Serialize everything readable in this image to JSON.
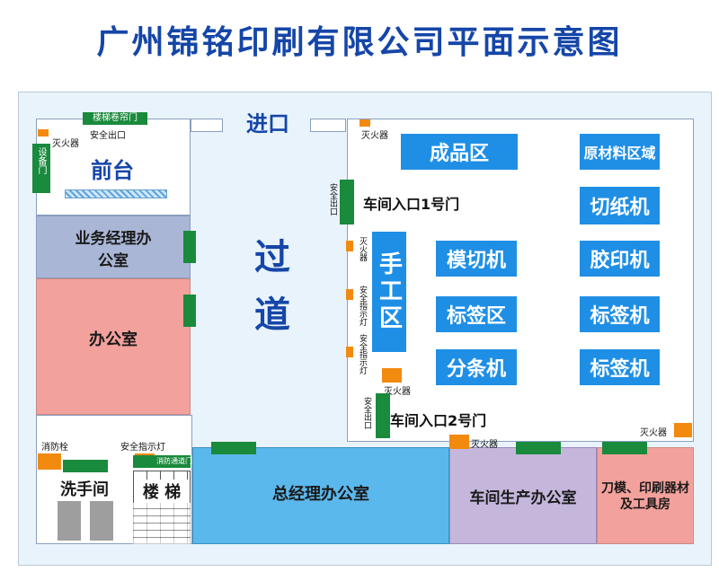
{
  "title": "广州锦铭印刷有限公司平面示意图",
  "labels": {
    "entrance": "进口",
    "stair_door": "楼梯卷帘门",
    "exit": "安全出口",
    "extinguisher": "灭火器",
    "storage": "设备门",
    "reception": "前台",
    "manager_office": "业务经理办公室",
    "office": "办公室",
    "corridor_1": "过",
    "corridor_2": "道",
    "finished_zone": "成品区",
    "raw_material_zone": "原材料区域",
    "paper_cutter": "切纸机",
    "workshop_door_1": "车间入口1号门",
    "manual_zone": "手工区",
    "die_cutter": "模切机",
    "glue_machine": "胶印机",
    "label_zone": "标签区",
    "label_machine": "标签机",
    "slitter": "分条机",
    "workshop_door_2": "车间入口2号门",
    "safety_light": "安全指示灯",
    "fire_hydrant": "消防栓",
    "washroom": "洗手间",
    "fire_passage_door": "消防通道门",
    "stairs": "楼 梯",
    "gm_office": "总经理办公室",
    "production_office": "车间生产办公室",
    "tool_room": "刀模、印刷器材及工具房"
  },
  "colors": {
    "title": "#1546a8",
    "machine_block": "#1f8fe6",
    "manager_office": "#aab6d6",
    "office": "#f3a19c",
    "gm_office": "#5bb8ec",
    "production_office": "#c5b6dc",
    "tool_room": "#f3a19c",
    "door": "#1a8a3c",
    "extinguisher": "#f28a10"
  }
}
